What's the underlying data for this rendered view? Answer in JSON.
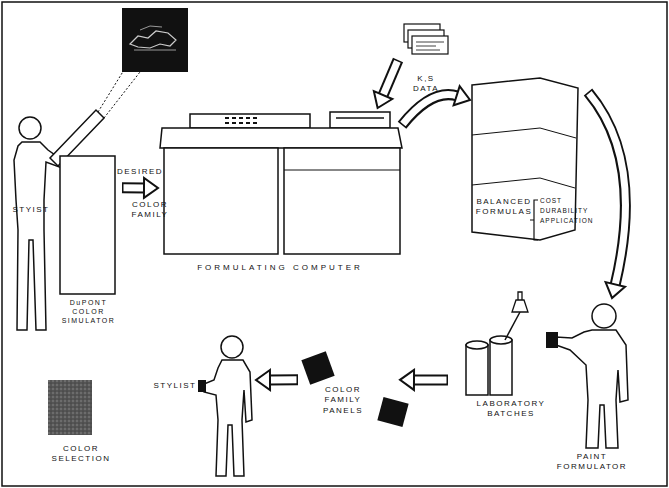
{
  "diagram": {
    "nodes": [
      {
        "text": [
          "K,S DATA"
        ]
      },
      {
        "text": [
          "STYIST"
        ]
      },
      {
        "text": [
          "DuPONT COLOR SIMULATOR"
        ]
      },
      {
        "text": [
          "FORMULATING COMPUTER"
        ]
      },
      {
        "text": [
          "BALANCED FORMULAS",
          "COST",
          "DURABILITY",
          "APPLICATION"
        ]
      },
      {
        "text": [
          "PAINT FORMULATOR"
        ]
      },
      {
        "text": [
          "LABORATORY BATCHES"
        ]
      },
      {
        "text": [
          "COLOR FAMILY PANELS"
        ]
      },
      {
        "text": [
          "STYLIST"
        ]
      },
      {
        "text": [
          "COLOR SELECTION"
        ]
      }
    ],
    "edges": [
      {
        "from": 0,
        "to": 3,
        "arrow": "to"
      },
      {
        "from": 2,
        "to": 3,
        "label": "DESIRED",
        "arrow": "to"
      },
      {
        "from": 3,
        "to": 4,
        "arrow": "to"
      },
      {
        "from": 4,
        "to": 5,
        "arrow": "to"
      },
      {
        "from": 6,
        "to": 7,
        "arrow": "to"
      },
      {
        "from": 7,
        "to": 8,
        "arrow": "to"
      }
    ],
    "labels": [
      "COLOR FAMILY"
    ]
  }
}
